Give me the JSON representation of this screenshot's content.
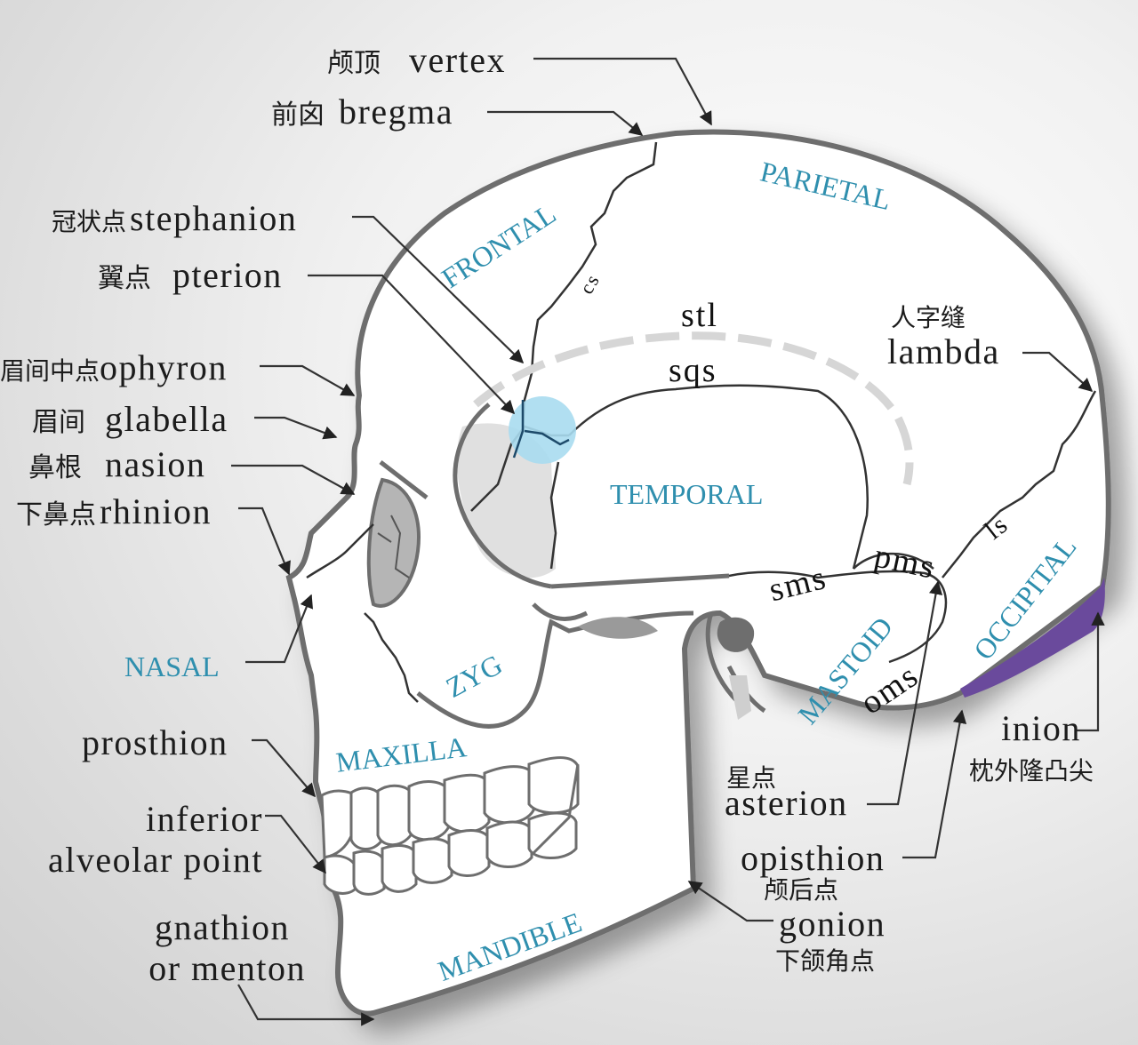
{
  "landmarks": {
    "vertex": {
      "zh": "颅顶",
      "en": "vertex"
    },
    "bregma": {
      "zh": "前囟",
      "en": "bregma"
    },
    "stephanion": {
      "zh": "冠状点",
      "en": "stephanion"
    },
    "pterion": {
      "zh": "翼点",
      "en": "pterion"
    },
    "ophyron": {
      "zh": "眉间中点",
      "en": "ophyron"
    },
    "glabella": {
      "zh": "眉间",
      "en": "glabella"
    },
    "nasion": {
      "zh": "鼻根",
      "en": "nasion"
    },
    "rhinion": {
      "zh": "下鼻点",
      "en": "rhinion"
    },
    "lambda": {
      "zh": "人字缝",
      "en": "lambda"
    },
    "inion": {
      "zh": "枕外隆凸尖",
      "en": "inion"
    },
    "asterion": {
      "zh": "星点",
      "en": "asterion"
    },
    "opisthion": {
      "zh": "颅后点",
      "en": "opisthion"
    },
    "gonion": {
      "zh": "下颌角点",
      "en": "gonion"
    },
    "prosthion": {
      "en": "prosthion"
    },
    "inferior_alveolar": {
      "en_line1": "inferior",
      "en_line2": "alveolar point"
    },
    "gnathion": {
      "en_line1": "gnathion",
      "en_line2": "or menton"
    }
  },
  "bones": {
    "frontal": "FRONTAL",
    "parietal": "PARIETAL",
    "temporal": "TEMPORAL",
    "occipital": "OCCIPITAL",
    "mastoid": "MASTOID",
    "zyg": "ZYG",
    "maxilla": "MAXILLA",
    "nasal": "NASAL",
    "mandible": "MANDIBLE"
  },
  "sutures": {
    "cs": "cs",
    "stl": "stl",
    "sqs": "sqs",
    "ls": "ls",
    "sms": "sms",
    "pms": "pms",
    "oms": "oms"
  },
  "colors": {
    "bone_label": "#2f8fae",
    "pterion_highlight": "#a8dcf0",
    "inion_highlight": "#6a4a9c",
    "outline": "#6e6e6e",
    "shade": "#c9c9c9"
  }
}
